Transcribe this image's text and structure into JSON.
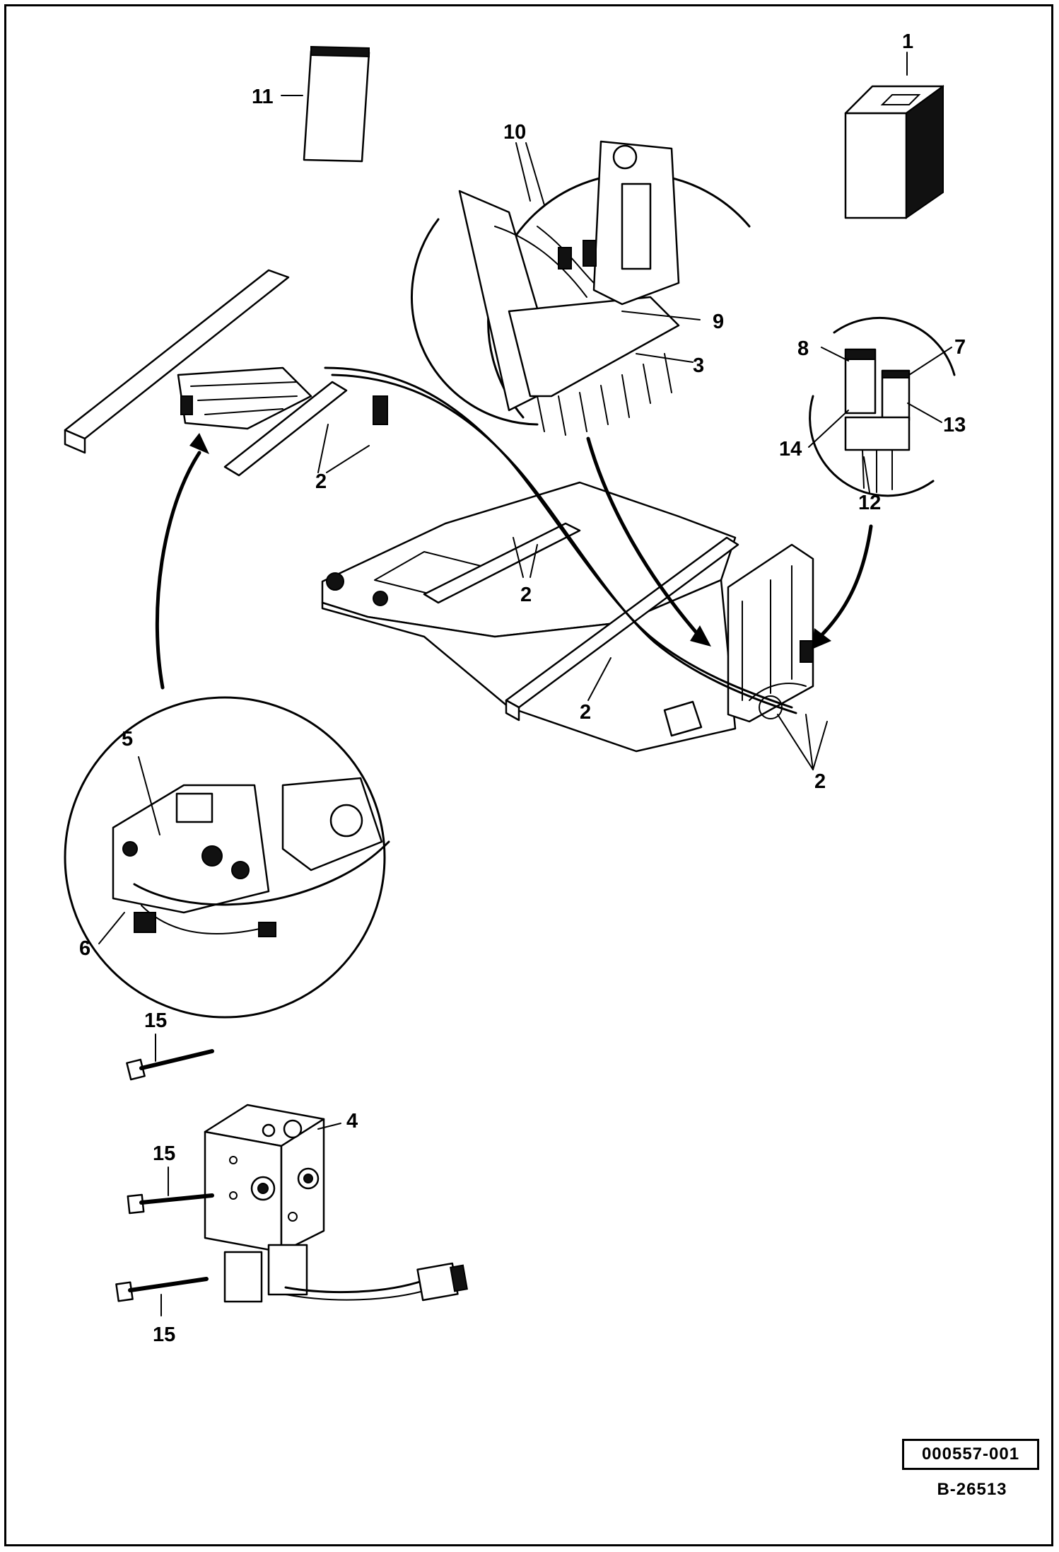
{
  "callouts": {
    "c1": "1",
    "c2a": "2",
    "c2b": "2",
    "c2c": "2",
    "c2d": "2",
    "c3": "3",
    "c4": "4",
    "c5": "5",
    "c6": "6",
    "c7": "7",
    "c8": "8",
    "c9": "9",
    "c10": "10",
    "c11": "11",
    "c12": "12",
    "c13": "13",
    "c14": "14",
    "c15a": "15",
    "c15b": "15",
    "c15c": "15"
  },
  "document_number": "000557-001",
  "figure_id": "B-26513"
}
